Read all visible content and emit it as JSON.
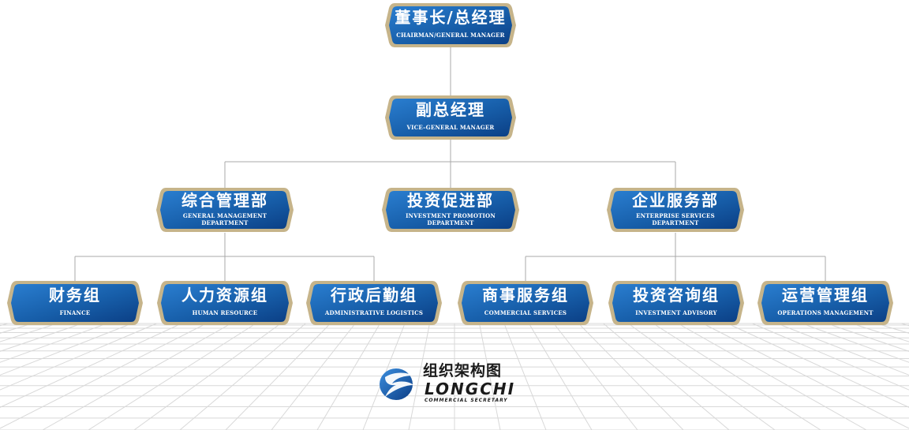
{
  "chairman": {
    "cn": "董事长/总经理",
    "en": "CHAIRMAN/GENERAL MANAGER"
  },
  "vice_gm": {
    "cn": "副总经理",
    "en": "VICE–GENERAL MANAGER"
  },
  "departments": [
    {
      "cn": "综合管理部",
      "en": "GENERAL MANAGEMENT DEPARTMENT"
    },
    {
      "cn": "投资促进部",
      "en": "INVESTMENT PROMOTION DEPARTMENT"
    },
    {
      "cn": "企业服务部",
      "en": "ENTERPRISE SERVICES DEPARTMENT"
    }
  ],
  "groups": [
    {
      "cn": "财务组",
      "en": "FINANCE"
    },
    {
      "cn": "人力资源组",
      "en": "HUMAN RESOURCE"
    },
    {
      "cn": "行政后勤组",
      "en": "ADMINISTRATIVE LOGISTICS"
    },
    {
      "cn": "商事服务组",
      "en": "COMMERCIAL SERVICES"
    },
    {
      "cn": "投资咨询组",
      "en": "INVESTMENT ADVISORY"
    },
    {
      "cn": "运营管理组",
      "en": "OPERATIONS MANAGEMENT"
    }
  ],
  "logo": {
    "title": "组织架构图",
    "brand": "LONGCHI",
    "tagline": "COMMERCIAL SECRETARY"
  },
  "colors": {
    "node_fill_light": "#2a7ed0",
    "node_fill_dark": "#0b3f85",
    "node_border": "#c6b48a",
    "connector": "#a8a8a8",
    "grid": "#d8d8d8"
  }
}
